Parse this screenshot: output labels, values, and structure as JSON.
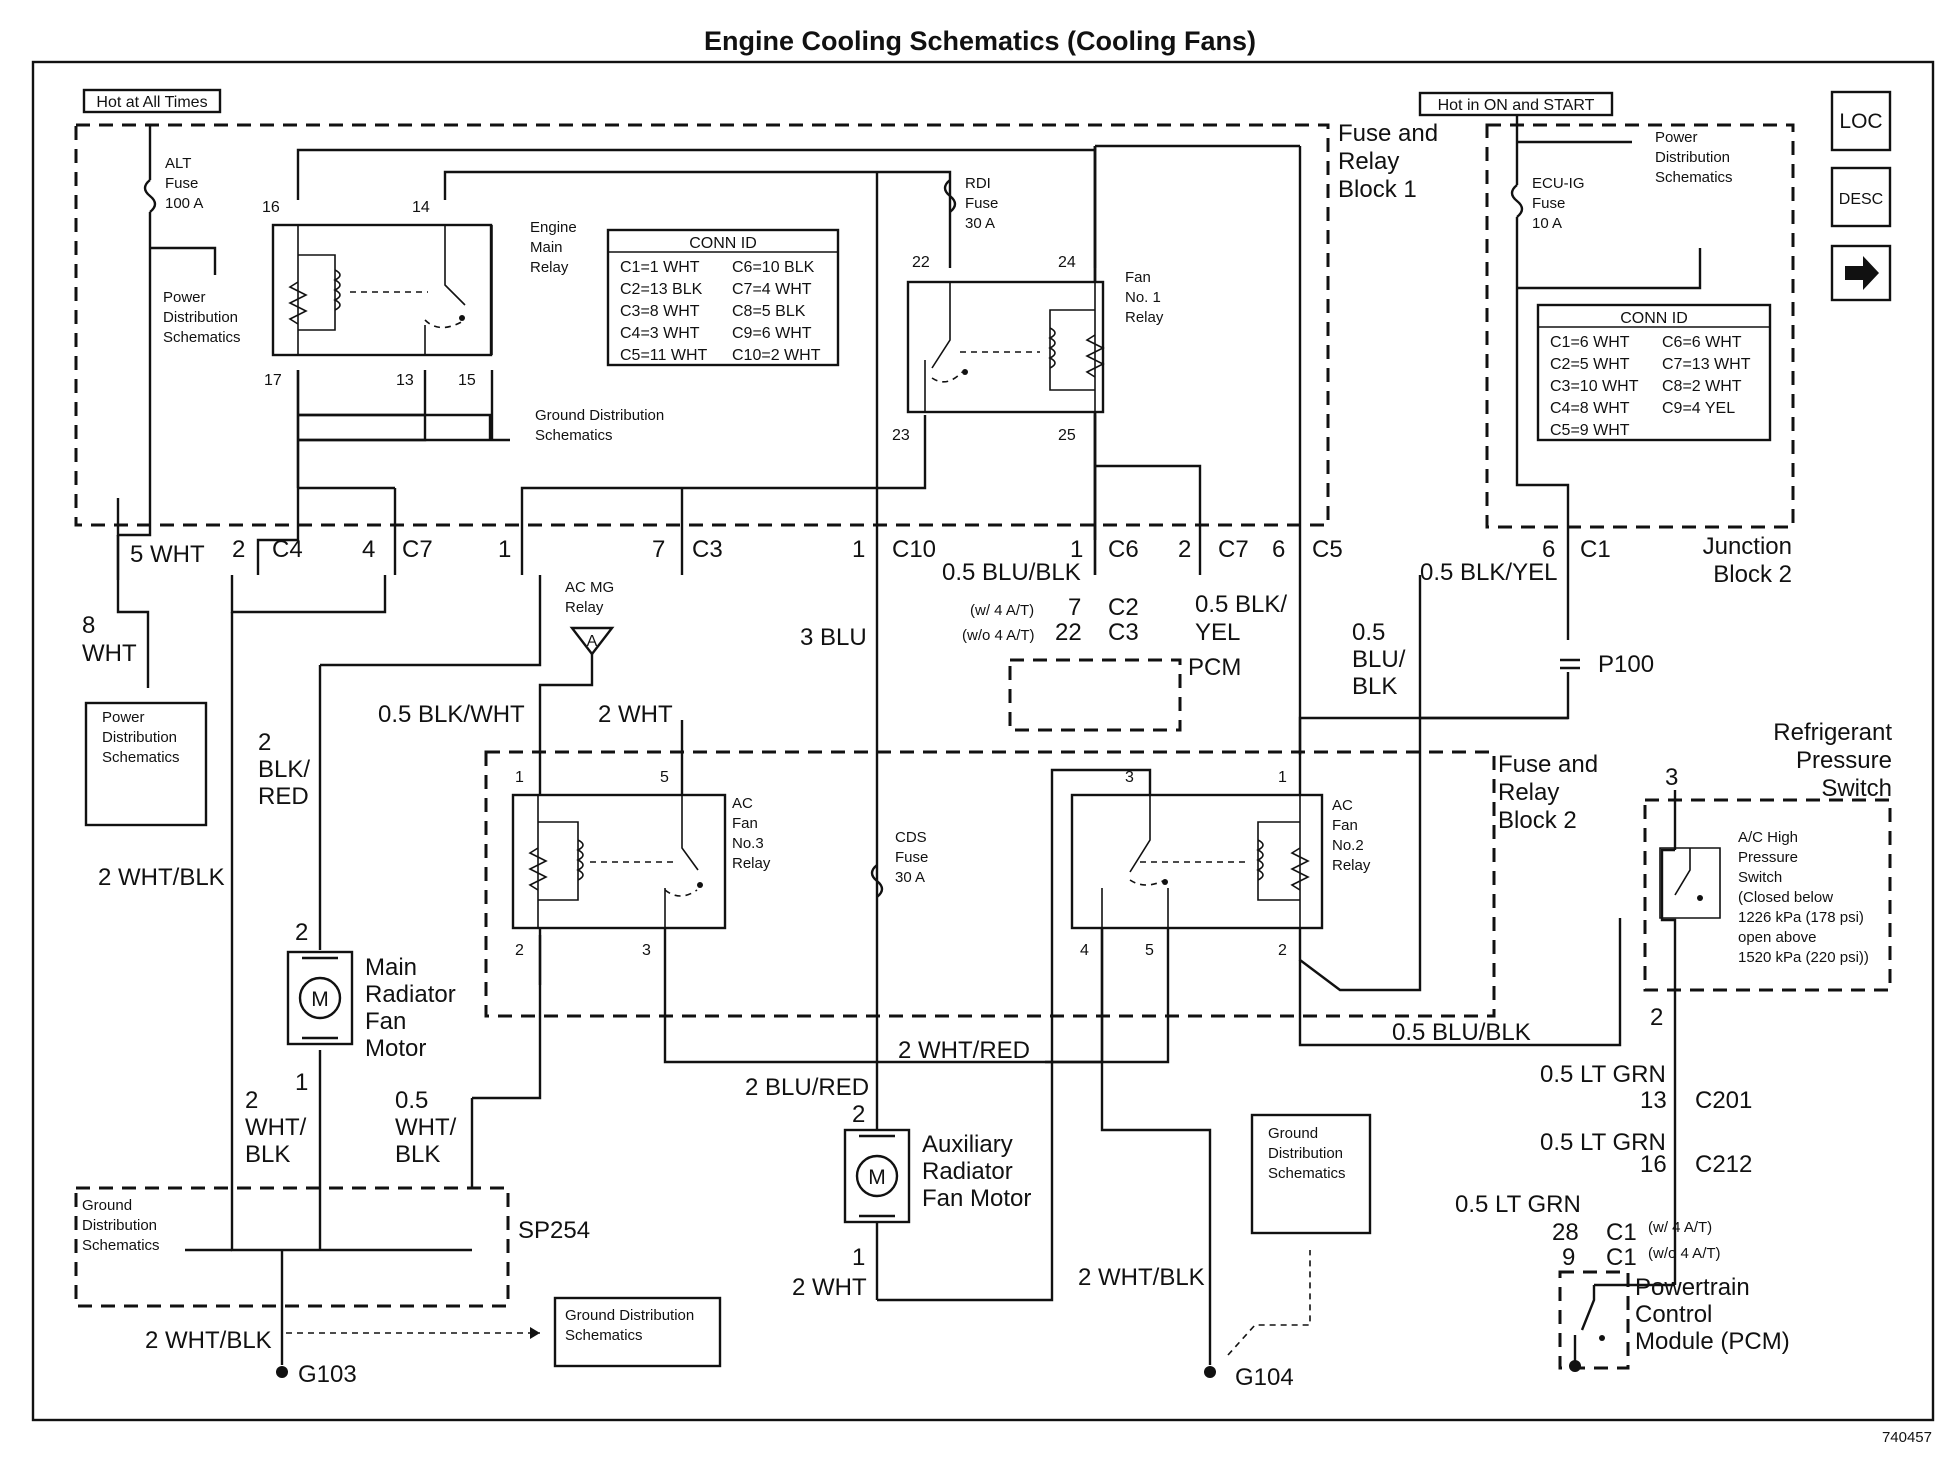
{
  "title": "Engine Cooling Schematics (Cooling Fans)",
  "figure_number": "740457",
  "flags": {
    "hot_always": "Hot at All Times",
    "hot_on_start": "Hot in ON and START"
  },
  "nav": {
    "loc": "LOC",
    "desc": "DESC",
    "next": "next-arrow"
  },
  "blocks": {
    "frb1": "Fuse and|Relay|Block 1",
    "jb2": "Junction|Block 2",
    "frb2": "Fuse and|Relay|Block 2",
    "refrig": "Refrigerant|Pressure|Switch"
  },
  "components": {
    "alt_fuse": "ALT|Fuse|100 A",
    "rdi_fuse": "RDI|Fuse|30 A",
    "ecu_fuse": "ECU-IG|Fuse|10 A",
    "cds_fuse": "CDS|Fuse|30 A",
    "engine_main_relay": "Engine|Main|Relay",
    "fan1_relay": "Fan|No. 1|Relay",
    "ac_fan3_relay": "AC|Fan|No.3|Relay",
    "ac_fan2_relay": "AC|Fan|No.2|Relay",
    "ac_mg_relay": "AC MG|Relay",
    "main_motor": "Main|Radiator|Fan|Motor",
    "aux_motor": "Auxiliary|Radiator|Fan Motor",
    "pcm_box": "PCM",
    "pcm": "Powertrain|Control|Module (PCM)",
    "ac_switch": "A/C High|Pressure|Switch|(Closed below|1226 kPa (178 psi)|open above|1520 kPa (220 psi))",
    "motor_symbol": "M",
    "sp254": "SP254",
    "p100": "P100",
    "g103": "G103",
    "g104": "G104",
    "conn_a": "A"
  },
  "refs": {
    "pwr1": "Power|Distribution|Schematics",
    "pwr2": "Power|Distribution|Schematics",
    "pwr3": "Power|Distribution|Schematics",
    "gnd1": "Ground Distribution|Schematics",
    "gnd2": "Ground|Distribution|Schematics",
    "gnd3": "Ground Distribution|Schematics",
    "gnd4": "Ground|Distribution|Schematics"
  },
  "conn_id_1": {
    "header": "CONN ID",
    "left": [
      "C1=1 WHT",
      "C2=13 BLK",
      "C3=8 WHT",
      "C4=3 WHT",
      "C5=11 WHT"
    ],
    "right": [
      "C6=10 BLK",
      "C7=4 WHT",
      "C8=5 BLK",
      "C9=6 WHT",
      "C10=2 WHT"
    ]
  },
  "conn_id_2": {
    "header": "CONN ID",
    "left": [
      "C1=6 WHT",
      "C2=5 WHT",
      "C3=10 WHT",
      "C4=8 WHT",
      "C5=9 WHT"
    ],
    "right": [
      "C6=6 WHT",
      "C7=13 WHT",
      "C8=2 WHT",
      "C9=4 YEL"
    ]
  },
  "wires": {
    "w_5wht": "5 WHT",
    "w_8wht": "8|WHT",
    "w_2blkred": "2|BLK/|RED",
    "w_2whtblk_l": "2 WHT/BLK",
    "w_2whtblk_v": "2|WHT/|BLK",
    "w_05whtblk": "0.5|WHT/|BLK",
    "w_05blkwht": "0.5 BLK/WHT",
    "w_2wht_mid": "2 WHT",
    "w_3blu": "3 BLU",
    "w_05blublk": "0.5 BLU/BLK",
    "w_05blkyel": "0.5 BLK/|YEL",
    "w_05blkyel2": "0.5 BLK/YEL",
    "w_05blublk_v": "0.5|BLU/|BLK",
    "w_2whtred": "2 WHT/RED",
    "w_2blured": "2 BLU/RED",
    "w_05blublk2": "0.5 BLU/BLK",
    "w_2wht_bot": "2 WHT",
    "w_2whtblk_b": "2 WHT/BLK",
    "w_2whtblk_g": "2 WHT/BLK",
    "w_ltgrn1": "0.5 LT GRN",
    "w_ltgrn2": "0.5 LT GRN",
    "w_ltgrn3": "0.5 LT GRN"
  },
  "notes": {
    "w4at": "(w/ 4 A/T)",
    "wo4at": "(w/o 4 A/T)"
  },
  "connectors": {
    "c4": "C4",
    "c7": "C7",
    "c3": "C3",
    "c10": "C10",
    "c6": "C6",
    "c7b": "C7",
    "c5": "C5",
    "c1": "C1",
    "c2": "C2",
    "c3b": "C3",
    "c201": "C201",
    "c212": "C212",
    "c1a": "C1",
    "c1b": "C1"
  },
  "pins": {
    "p16": "16",
    "p14": "14",
    "p17": "17",
    "p13": "13",
    "p15": "15",
    "p22": "22",
    "p24": "24",
    "p23": "23",
    "p25": "25",
    "c4n": "2",
    "c7n": "4",
    "c3a": "1",
    "c3b": "7",
    "c10n": "1",
    "c6n": "1",
    "c7bn": "2",
    "c5n": "6",
    "c1n": "6",
    "pcm7": "7",
    "pcm22": "22",
    "r3_1": "1",
    "r3_5": "5",
    "r3_2": "2",
    "r3_3": "3",
    "r2_3": "3",
    "r2_1": "1",
    "r2_4": "4",
    "r2_5": "5",
    "r2_2": "2",
    "mm2": "2",
    "mm1": "1",
    "am2": "2",
    "am1": "1",
    "sw3": "3",
    "sw2": "2",
    "c201n": "13",
    "c212n": "16",
    "pcm28": "28",
    "pcm9": "9"
  }
}
